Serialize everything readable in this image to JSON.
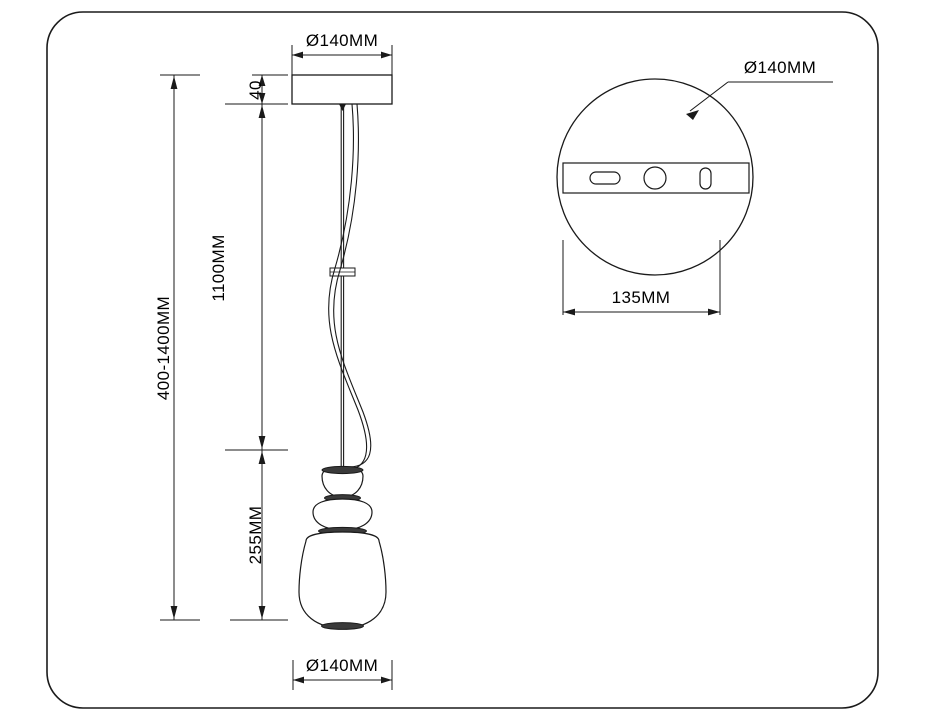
{
  "drawing": {
    "title": "pendant-lamp-technical-drawing",
    "background_color": "#ffffff",
    "line_color": "#1a1a1a",
    "border": {
      "name": "drawing-frame",
      "corner_radius": 36
    },
    "views": [
      {
        "name": "front-elevation",
        "label": "front-elevation-view"
      },
      {
        "name": "ceiling-plate-plan",
        "label": "ceiling-plate-plan-view"
      }
    ]
  },
  "dimensions": {
    "canopy_diameter_top": "Ø140MM",
    "canopy_height": "40",
    "suspension_range": "400-1400MM",
    "cable_length": "1100MM",
    "shade_height": "255MM",
    "shade_diameter_bottom": "Ø140MM",
    "plate_diameter": "Ø140MM",
    "plate_bar_width": "135MM"
  },
  "components": {
    "canopy": "ceiling-canopy",
    "suspension_rod": "suspension-rod",
    "power_cable": "power-cable",
    "cable_stopper": "cable-stopper",
    "shade_top": "shade-segment-top",
    "shade_middle": "shade-segment-middle",
    "shade_bottom": "shade-segment-bottom",
    "mounting_bar": "mounting-bar",
    "slot_left": "mounting-slot-left",
    "hole_center": "mounting-hole-center",
    "slot_right": "mounting-slot-right"
  }
}
